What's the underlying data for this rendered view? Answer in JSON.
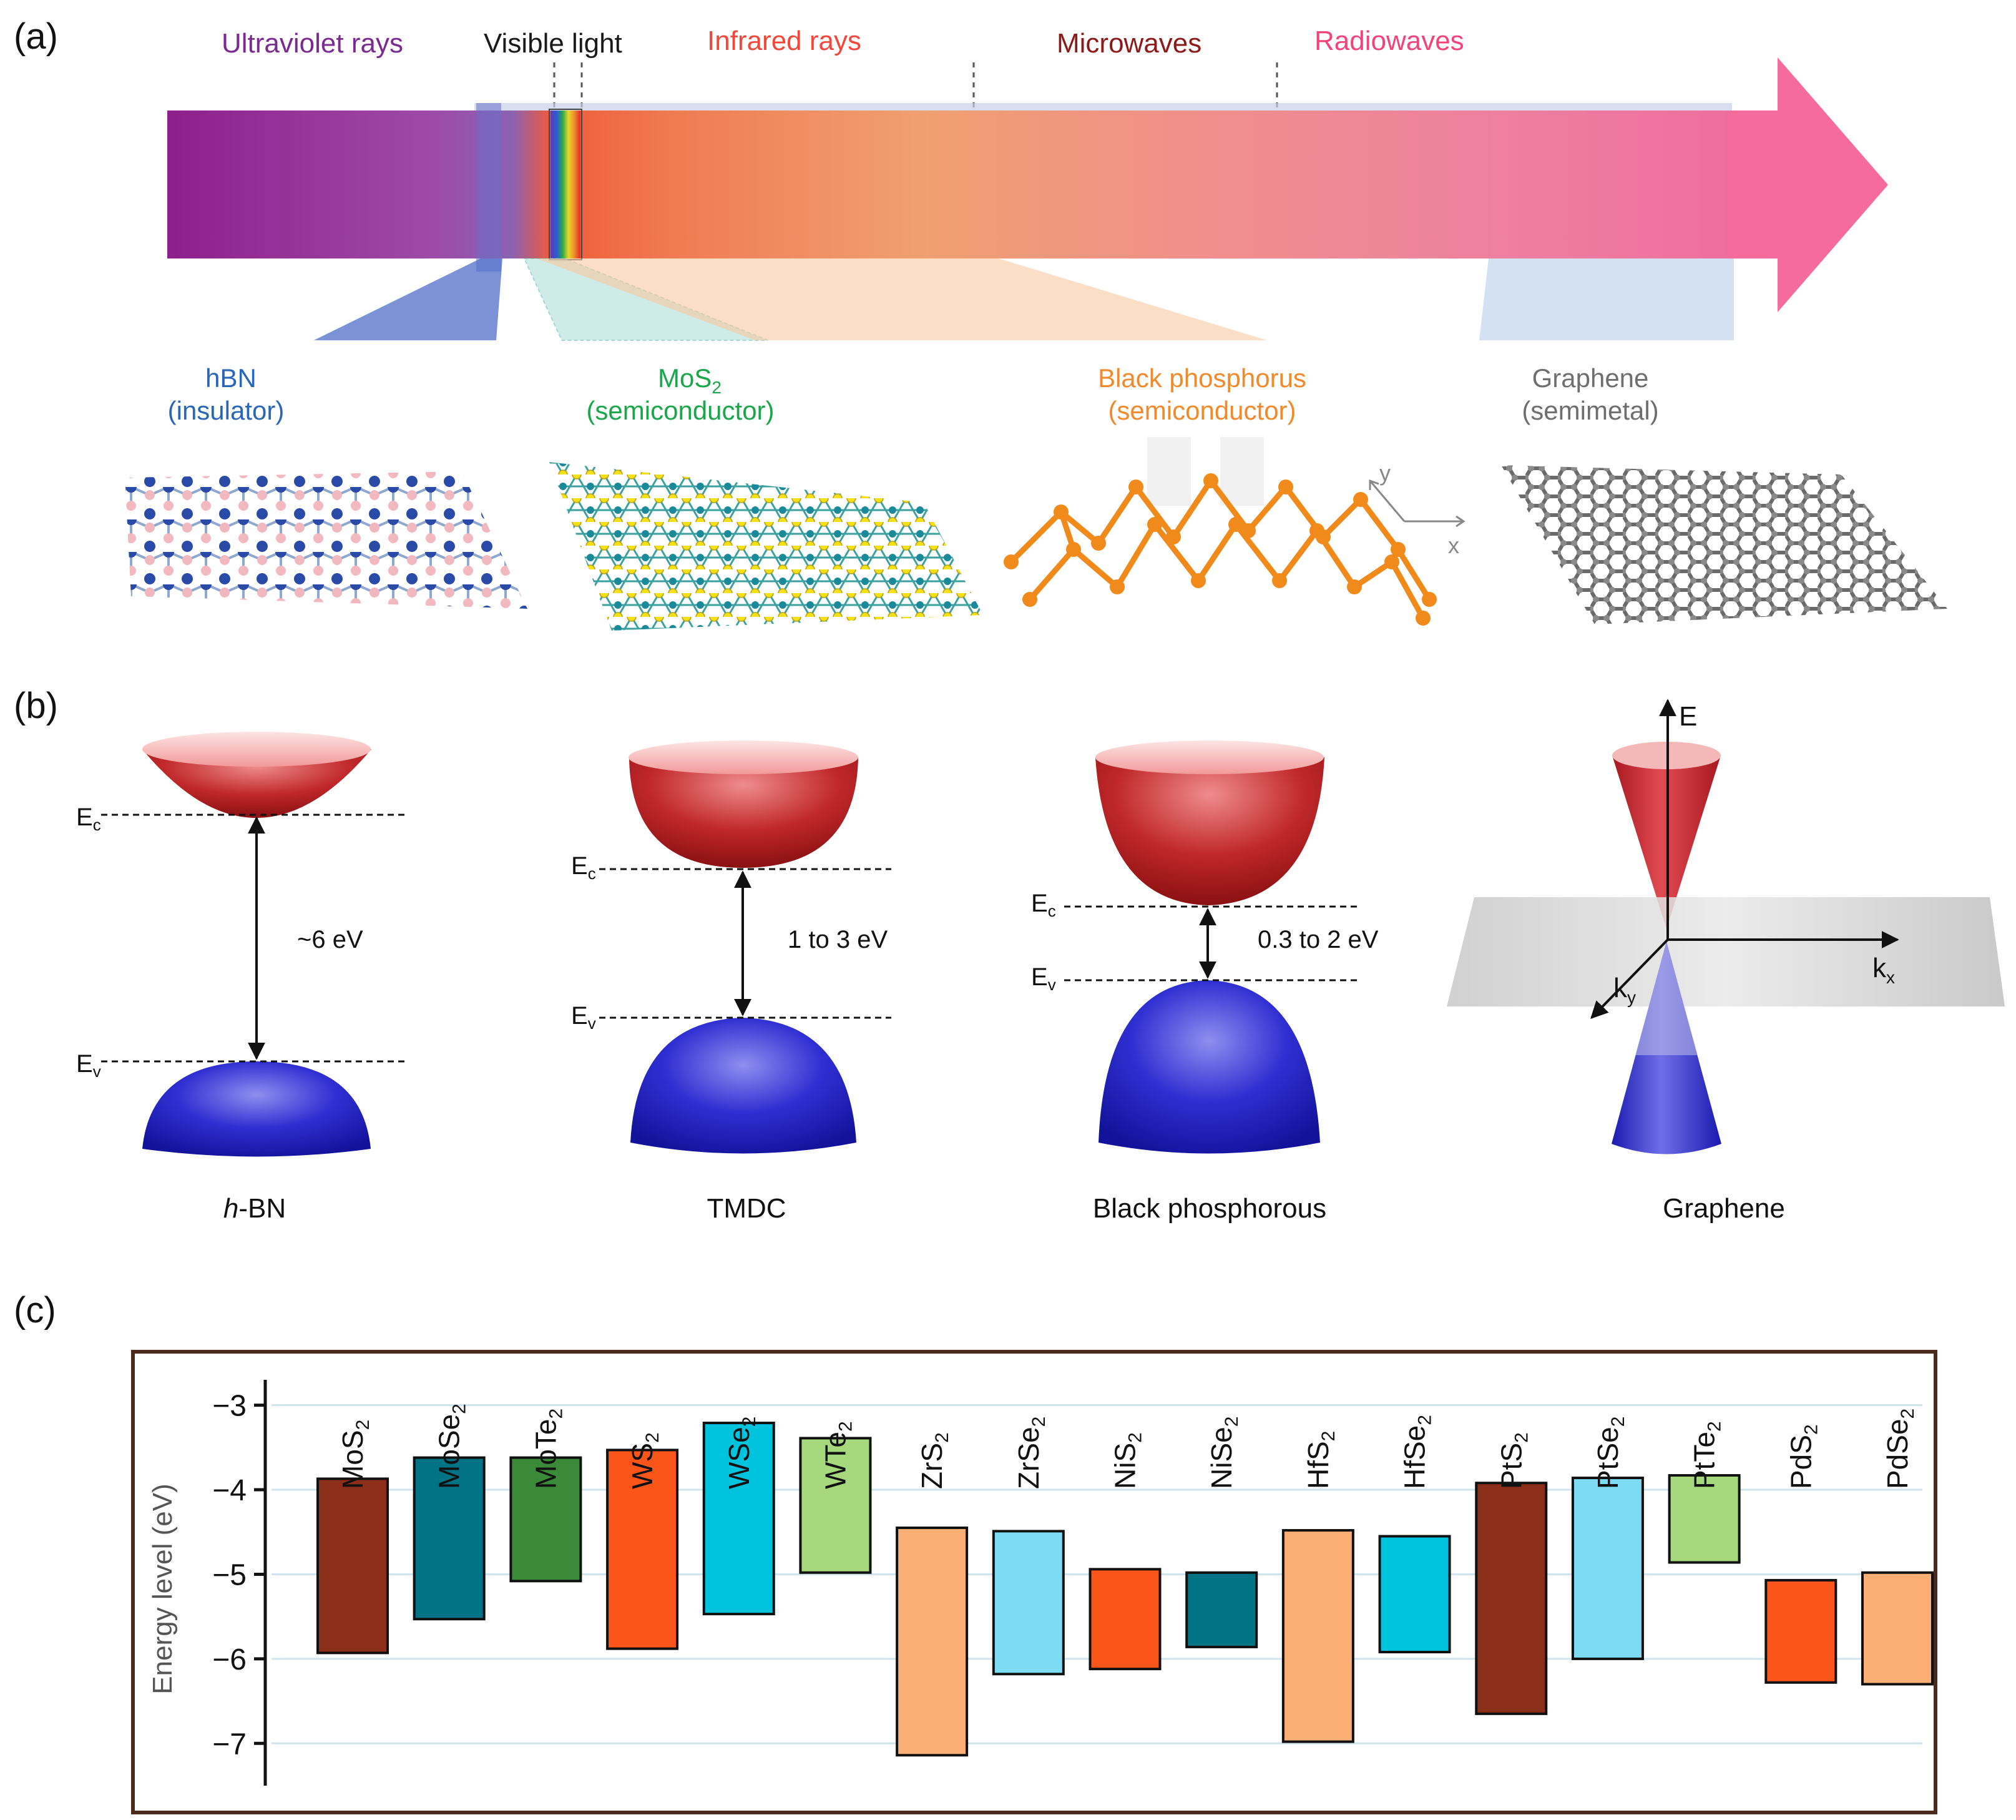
{
  "panels": {
    "a": "(a)",
    "b": "(b)",
    "c": "(c)"
  },
  "spectrum": {
    "labels": [
      {
        "key": "uv",
        "text": "Ultraviolet rays",
        "color": "#7b2a8f"
      },
      {
        "key": "visible",
        "text": "Visible light",
        "color": "#1a1a1a"
      },
      {
        "key": "ir",
        "text": "Infrared rays",
        "color": "#f0483a"
      },
      {
        "key": "micro",
        "text": "Microwaves",
        "color": "#8c1a1a"
      },
      {
        "key": "radio",
        "text": "Radiowaves",
        "color": "#f0447a"
      }
    ]
  },
  "materials_a": [
    {
      "key": "hbn",
      "name": "hBN",
      "kind": "(insulator)",
      "color": "#2a66b8"
    },
    {
      "key": "mos2",
      "name_base": "MoS",
      "name_sub": "2",
      "kind": "(semiconductor)",
      "color": "#1aa64a"
    },
    {
      "key": "bp",
      "name": "Black phosphorus",
      "kind": "(semiconductor)",
      "color": "#f08a2a"
    },
    {
      "key": "gr",
      "name": "Graphene",
      "kind": "(semimetal)",
      "color": "#6e6e6e"
    }
  ],
  "axes_bp": {
    "x": "x",
    "y": "y"
  },
  "bands": [
    {
      "key": "hbn",
      "label_italic": "h",
      "label": "-BN",
      "gap": "~6 eV",
      "ec": "E",
      "ec_sub": "c",
      "ev": "E",
      "ev_sub": "v"
    },
    {
      "key": "tmdc",
      "label": "TMDC",
      "gap": "1 to 3 eV",
      "ec": "E",
      "ec_sub": "c",
      "ev": "E",
      "ev_sub": "v"
    },
    {
      "key": "bp",
      "label": "Black phosphorous",
      "gap": "0.3 to 2 eV",
      "ec": "E",
      "ec_sub": "c",
      "ev": "E",
      "ev_sub": "v"
    },
    {
      "key": "gr",
      "label": "Graphene",
      "e": "E",
      "kx": "k",
      "kx_sub": "x",
      "ky": "k",
      "ky_sub": "y"
    }
  ],
  "chart_data": {
    "type": "bar",
    "ylabel": "Energy level (eV)",
    "ylim": [
      -7.5,
      -2.7
    ],
    "yticks": [
      -3,
      -4,
      -5,
      -6,
      -7
    ],
    "ytick_labels": [
      "−3",
      "−4",
      "−5",
      "−6",
      "−7"
    ],
    "grid": true,
    "categories": [
      {
        "base": "MoS",
        "sub": "2"
      },
      {
        "base": "MoSe",
        "sub": "2"
      },
      {
        "base": "MoTe",
        "sub": "2"
      },
      {
        "base": "WS",
        "sub": "2"
      },
      {
        "base": "WSe",
        "sub": "2"
      },
      {
        "base": "WTe",
        "sub": "2"
      },
      {
        "base": "ZrS",
        "sub": "2"
      },
      {
        "base": "ZrSe",
        "sub": "2"
      },
      {
        "base": "NiS",
        "sub": "2"
      },
      {
        "base": "NiSe",
        "sub": "2"
      },
      {
        "base": "HfS",
        "sub": "2"
      },
      {
        "base": "HfSe",
        "sub": "2"
      },
      {
        "base": "PtS",
        "sub": "2"
      },
      {
        "base": "PtSe",
        "sub": "2"
      },
      {
        "base": "PtTe",
        "sub": "2"
      },
      {
        "base": "PdS",
        "sub": "2"
      },
      {
        "base": "PdSe",
        "sub": "2"
      }
    ],
    "ranges": [
      [
        -5.93,
        -3.87
      ],
      [
        -5.53,
        -3.62
      ],
      [
        -5.08,
        -3.62
      ],
      [
        -5.88,
        -3.53
      ],
      [
        -5.47,
        -3.21
      ],
      [
        -4.98,
        -3.39
      ],
      [
        -7.14,
        -4.45
      ],
      [
        -6.18,
        -4.49
      ],
      [
        -6.12,
        -4.94
      ],
      [
        -5.86,
        -4.98
      ],
      [
        -6.98,
        -4.48
      ],
      [
        -5.92,
        -4.55
      ],
      [
        -6.65,
        -3.92
      ],
      [
        -6.0,
        -3.86
      ],
      [
        -4.86,
        -3.83
      ],
      [
        -6.28,
        -5.07
      ],
      [
        -6.3,
        -4.98
      ]
    ],
    "colors": [
      "#8b2e1a",
      "#007384",
      "#3b8a3a",
      "#fb5519",
      "#00c3de",
      "#a6d87c",
      "#fbaf74",
      "#7ddcf3",
      "#fb5519",
      "#007384",
      "#fbaf74",
      "#00c3de",
      "#8b2e1a",
      "#7ddcf3",
      "#a6d87c",
      "#fb5519",
      "#fbaf74"
    ]
  }
}
